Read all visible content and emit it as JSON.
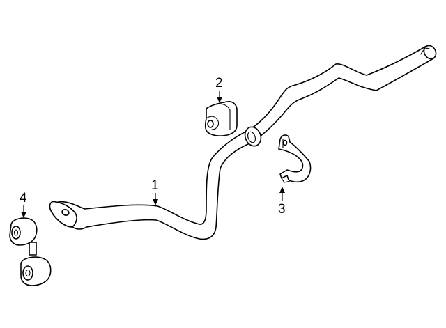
{
  "callouts": [
    {
      "id": "1",
      "label": "1"
    },
    {
      "id": "2",
      "label": "2"
    },
    {
      "id": "3",
      "label": "3"
    },
    {
      "id": "4",
      "label": "4"
    }
  ],
  "colors": {
    "background": "#ffffff",
    "ink": "#000000"
  }
}
